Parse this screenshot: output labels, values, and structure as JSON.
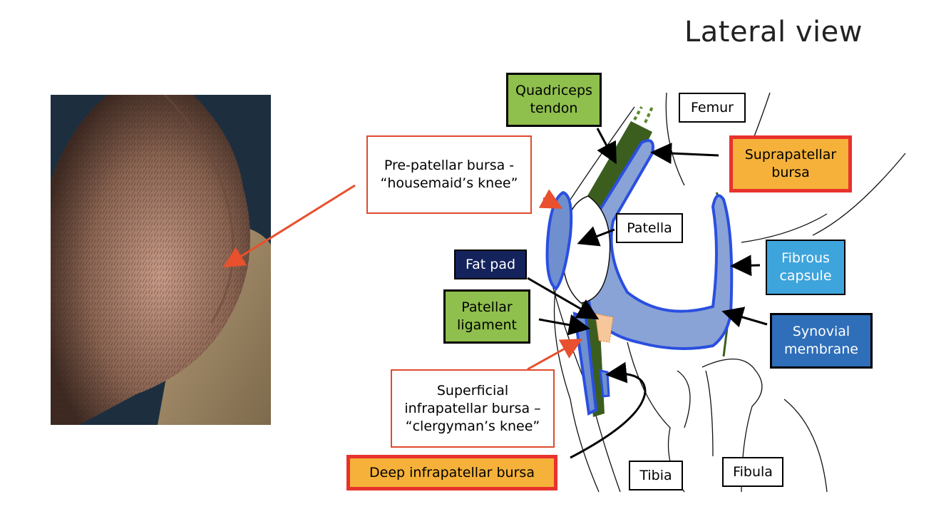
{
  "title": "Lateral view",
  "photo": {
    "alt": "photo of swollen knee"
  },
  "labels": {
    "quadriceps_tendon": "Quadriceps tendon",
    "femur": "Femur",
    "pre_patellar_bursa": "Pre-patellar bursa - “housemaid’s knee”",
    "suprapatellar_bursa": "Suprapatellar bursa",
    "patella": "Patella",
    "fat_pad": "Fat pad",
    "fibrous_capsule": "Fibrous capsule",
    "patellar_ligament": "Patellar ligament",
    "synovial_membrane": "Synovial membrane",
    "superficial_infrapatellar_bursa": "Superficial infrapatellar bursa – “clergyman’s knee”",
    "deep_infrapatellar_bursa": "Deep infrapatellar bursa",
    "tibia": "Tibia",
    "fibula": "Fibula"
  },
  "colors": {
    "bursa_blue": "#2a4fe0",
    "synovial_fill": "#8aa3d6",
    "tendon_green": "#3b5e1f",
    "label_green": "#8fbf4d",
    "label_orange": "#f5b13a",
    "highlight_red": "#e8322c",
    "arrow_red": "#e8502e"
  }
}
